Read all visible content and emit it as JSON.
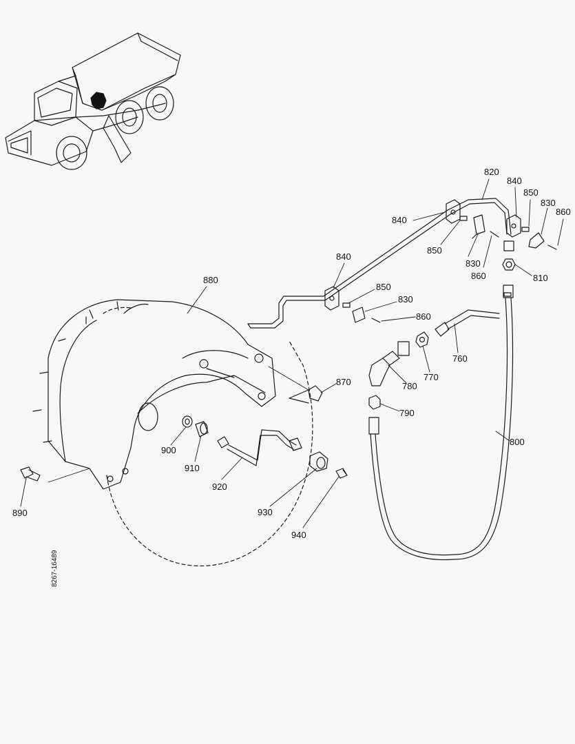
{
  "document_number": "8267-16489",
  "part_labels": [
    "820",
    "840",
    "850",
    "830",
    "860",
    "840",
    "850",
    "830",
    "860",
    "810",
    "840",
    "850",
    "830",
    "860",
    "880",
    "870",
    "760",
    "770",
    "780",
    "790",
    "800",
    "900",
    "910",
    "920",
    "930",
    "940",
    "890"
  ]
}
